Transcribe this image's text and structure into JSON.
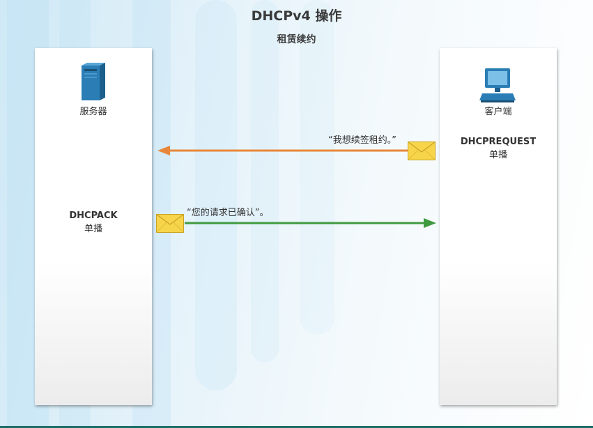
{
  "title": "DHCPv4 操作",
  "subtitle": "租赁续约",
  "server": {
    "label": "服务器",
    "message_name": "DHCPACK",
    "message_type": "单播"
  },
  "client": {
    "label": "客户端",
    "message_name": "DHCPREQUEST",
    "message_type": "单播"
  },
  "messages": [
    {
      "text": "“我想续签租约。”",
      "direction": "client-to-server",
      "color": "#e8873a"
    },
    {
      "text": "“您的请求已确认”。",
      "direction": "server-to-client",
      "color": "#3f9a3f"
    }
  ],
  "icons": {
    "server": "server-icon",
    "client": "computer-icon",
    "envelope": "envelope-icon"
  },
  "colors": {
    "device_blue": "#2a7db5",
    "envelope": "#f6d54a"
  }
}
